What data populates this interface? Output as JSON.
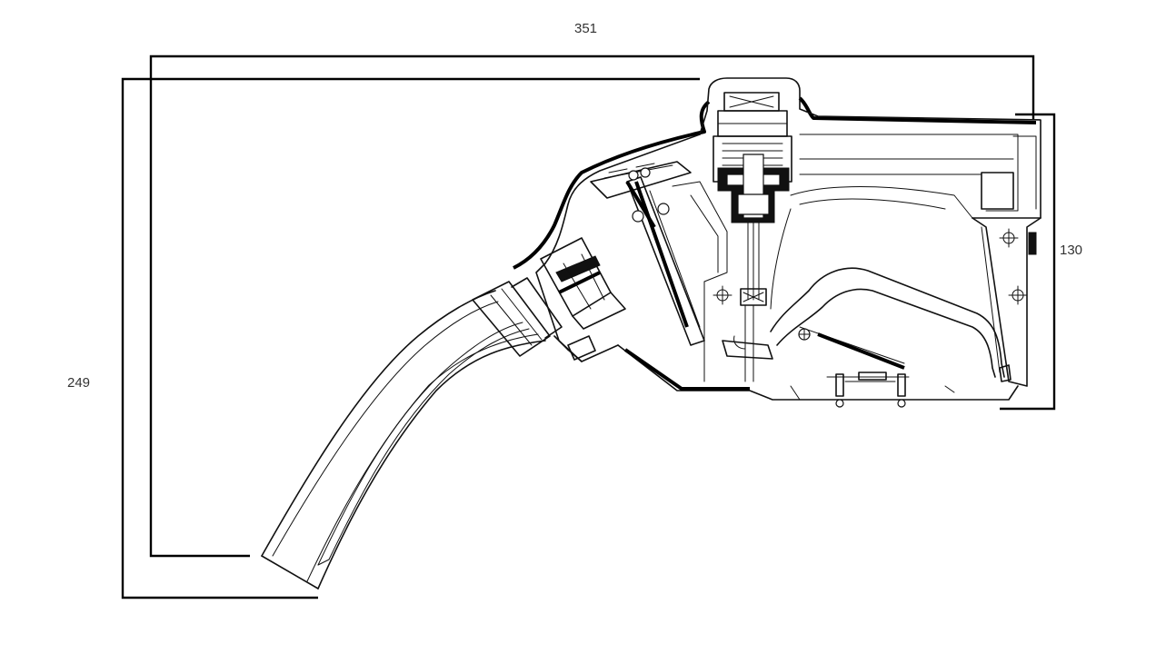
{
  "dimensions": {
    "length": "351",
    "height": "249",
    "handle_height": "130"
  },
  "colors": {
    "background": "#ffffff",
    "line": "#111111",
    "label": "#333333"
  }
}
